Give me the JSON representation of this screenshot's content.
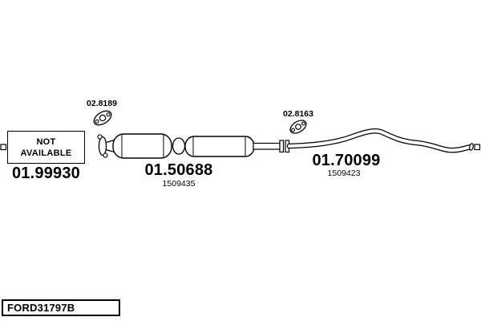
{
  "diagram": {
    "code_box": {
      "label": "FORD31797B"
    },
    "not_available_box": {
      "line1": "NOT",
      "line2": "AVAILABLE"
    },
    "parts": {
      "left_pipe": {
        "number": "01.99930"
      },
      "middle_muffler": {
        "number": "01.50688",
        "ref": "1509435"
      },
      "rear_pipe": {
        "number": "01.70099",
        "ref": "1509423"
      }
    },
    "gaskets": {
      "left": {
        "number": "02.8189"
      },
      "right": {
        "number": "02.8163"
      }
    },
    "colors": {
      "line": "#000000",
      "background": "#ffffff"
    }
  }
}
